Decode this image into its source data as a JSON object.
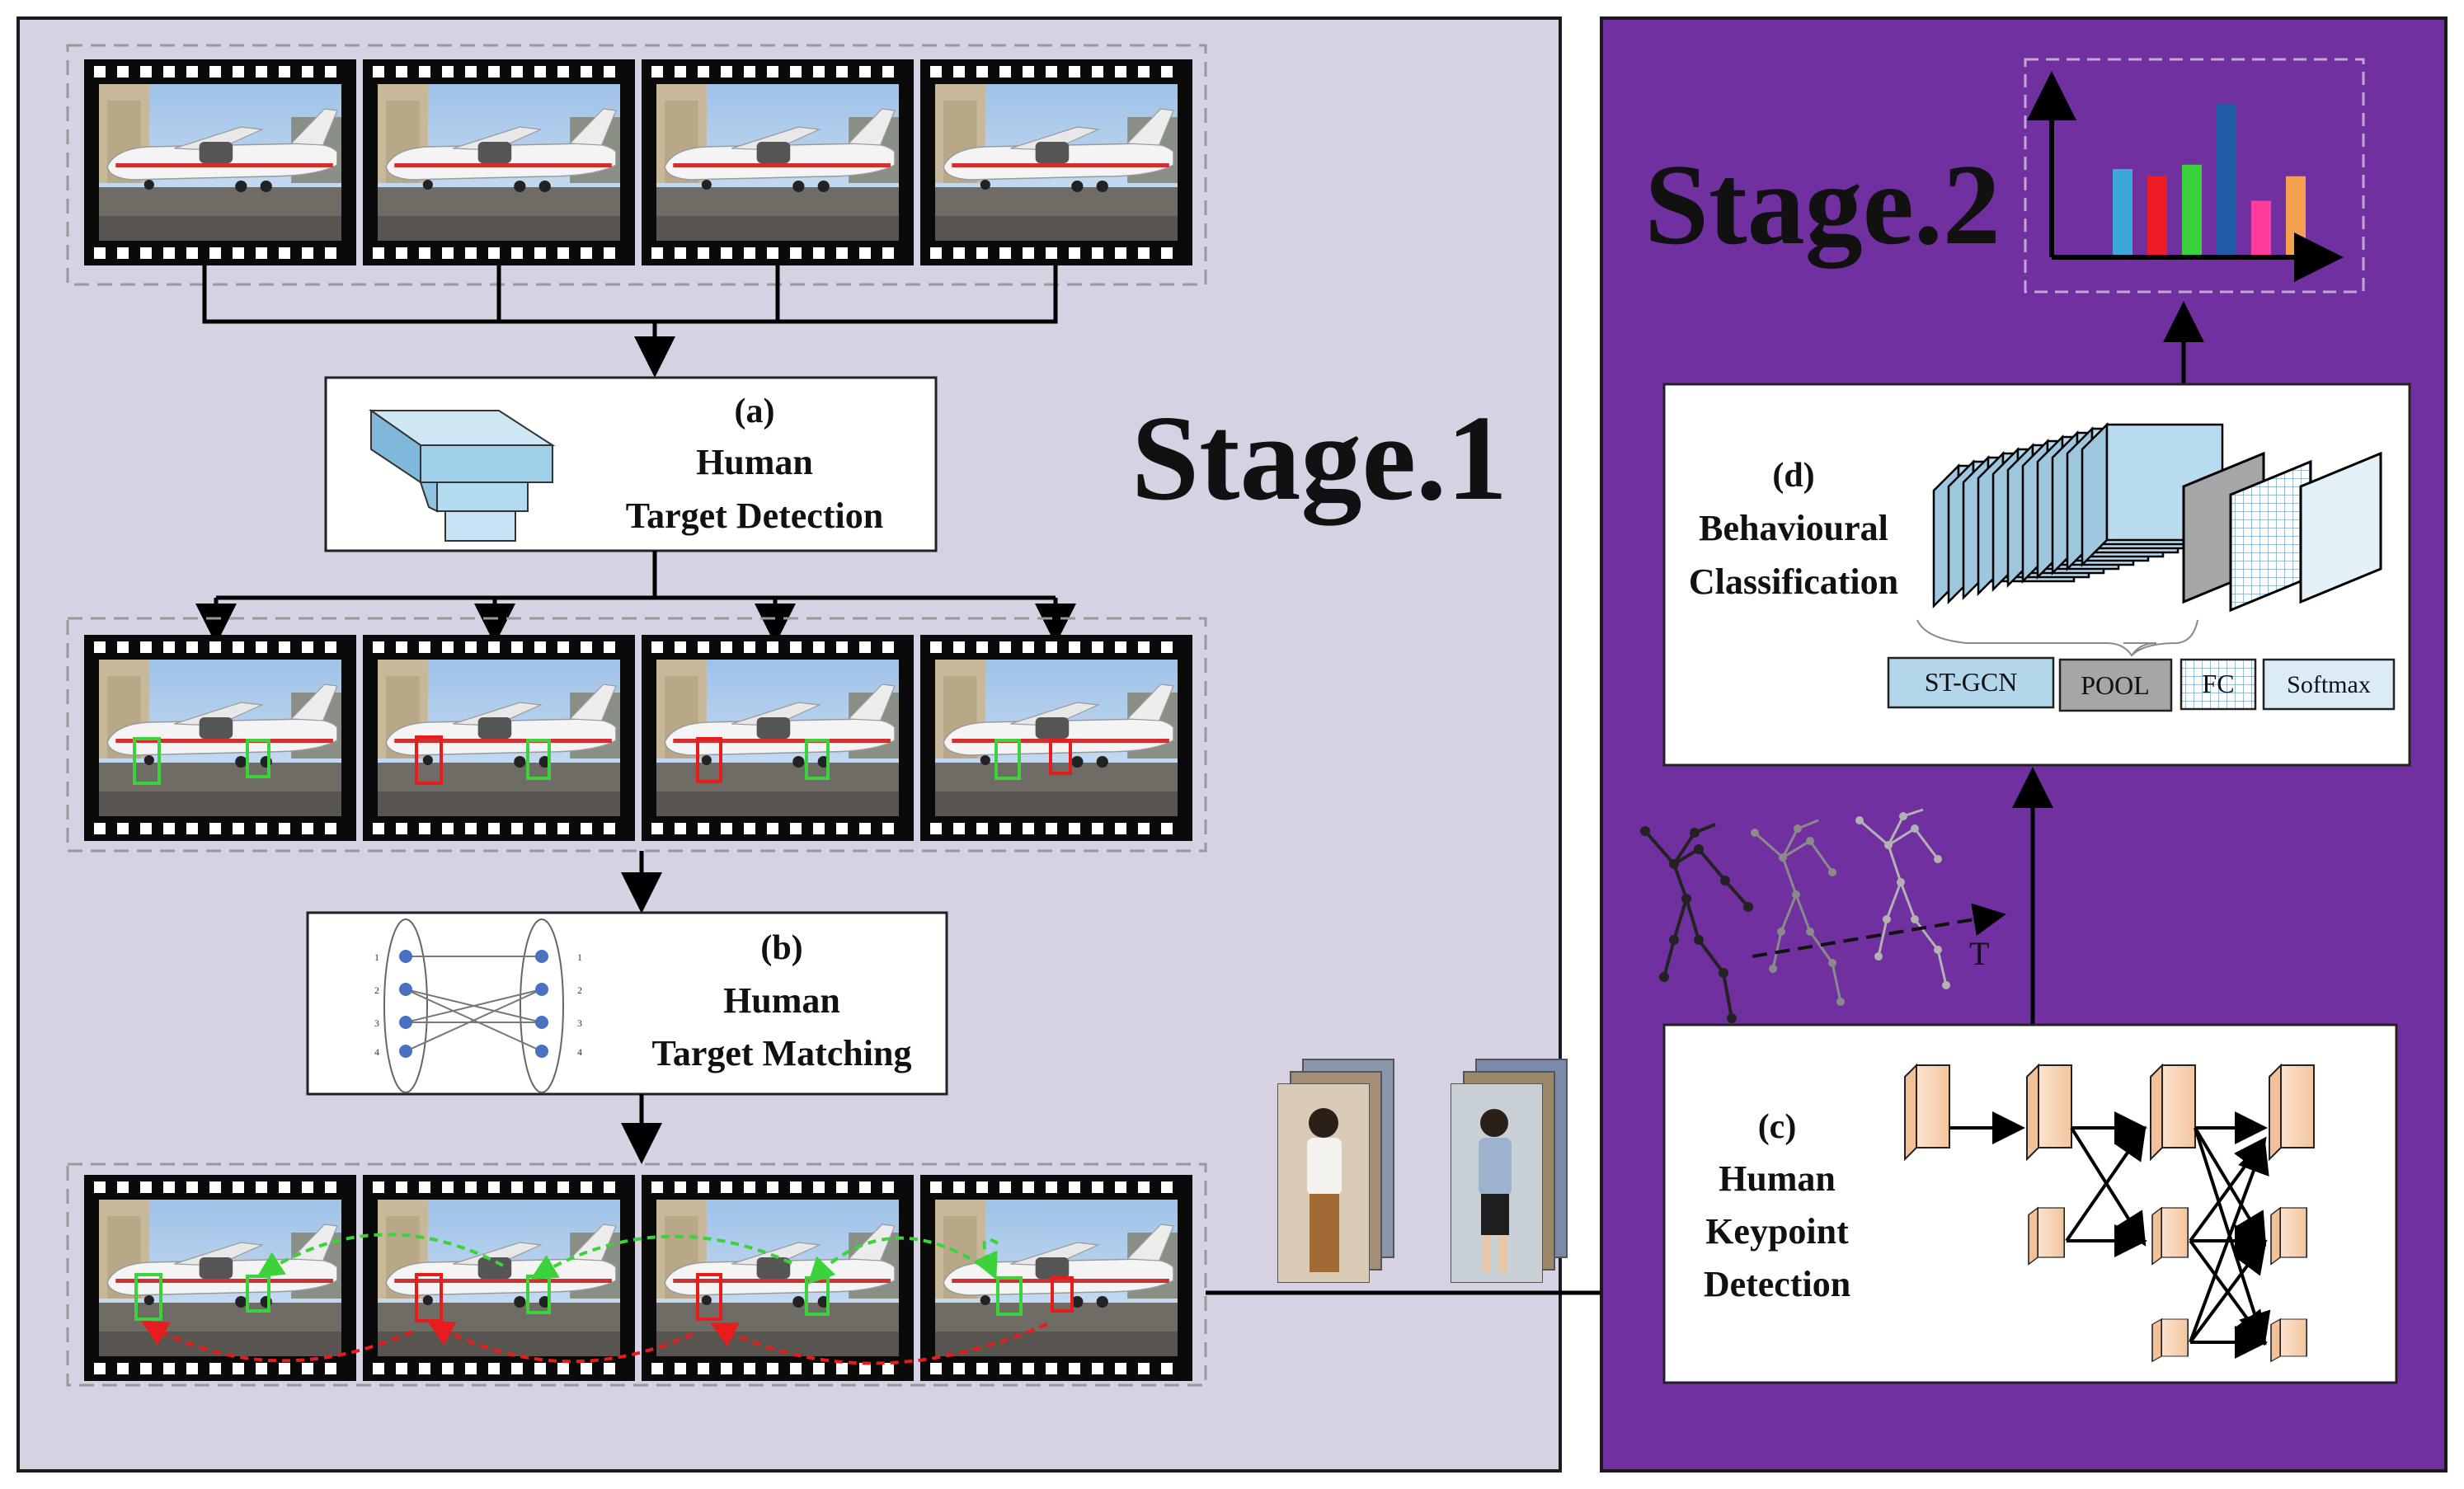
{
  "stage1": {
    "title": "Stage.1",
    "module_a": {
      "tag": "(a)",
      "line1": "Human",
      "line2": "Target Detection"
    },
    "module_b": {
      "tag": "(b)",
      "line1": "Human",
      "line2": "Target Matching",
      "left_numbers": [
        "1",
        "2",
        "3",
        "4"
      ],
      "right_numbers": [
        "1",
        "2",
        "3",
        "4"
      ]
    }
  },
  "stage2": {
    "title": "Stage.2",
    "module_c": {
      "tag": "(c)",
      "line1": "Human",
      "line2": "Keypoint",
      "line3": "Detection"
    },
    "module_d": {
      "tag": "(d)",
      "line1": "Behavioural",
      "line2": "Classification",
      "layers": [
        "ST-GCN",
        "POOL",
        "FC",
        "Softmax"
      ]
    },
    "time_axis": "T"
  },
  "chart_data": {
    "type": "bar",
    "categories": [
      "",
      "",
      "",
      "",
      "",
      ""
    ],
    "values": [
      6,
      5.5,
      6.3,
      10.5,
      3.8,
      5.5
    ],
    "colors": [
      "#3ca8d8",
      "#ee1c25",
      "#3ed13e",
      "#1f5ca8",
      "#ff3c9c",
      "#f5a050"
    ],
    "title": "",
    "xlabel": "",
    "ylabel": "",
    "ylim": [
      0,
      12
    ]
  },
  "colors": {
    "stage1_bg": "#d6d1e3",
    "stage2_bg": "#7030a0",
    "detect_green": "#3cd23c",
    "detect_red": "#e81c1c",
    "layer_blue": "#b4d6ea",
    "layer_gray": "#a6a6a6",
    "node_peach": "#f8d3b5"
  }
}
